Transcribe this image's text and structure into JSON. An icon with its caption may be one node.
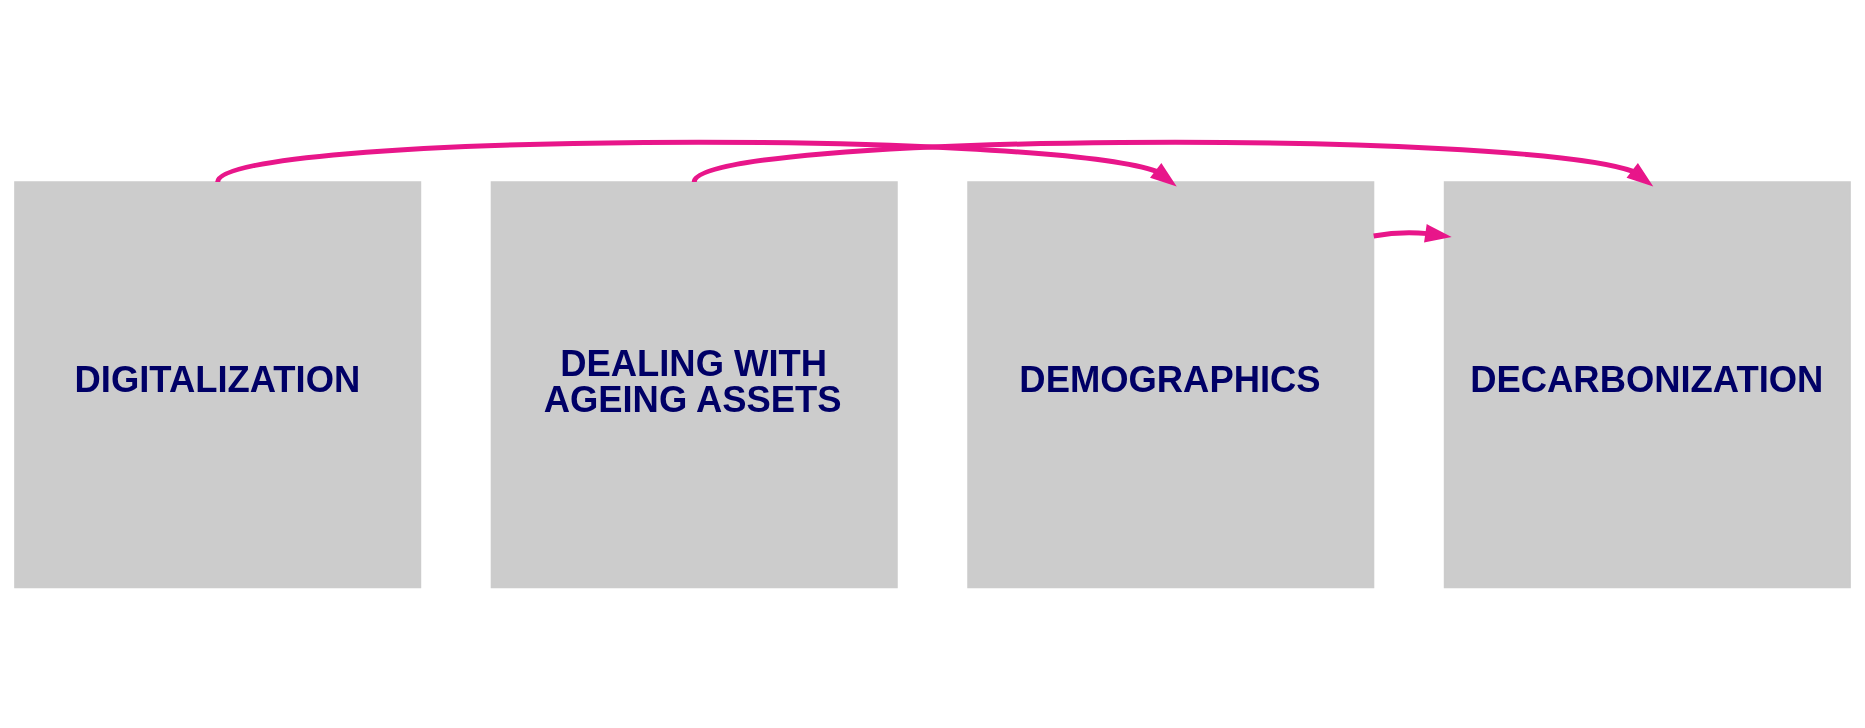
{
  "diagram": {
    "nodes": [
      {
        "text": [
          "DIGITALIZATION"
        ]
      },
      {
        "text": [
          "DEALING WITH AGEING ASSETS"
        ]
      },
      {
        "text": [
          "DEMOGRAPHICS"
        ]
      },
      {
        "text": [
          "DECARBONIZATION"
        ]
      }
    ],
    "edges": [
      {
        "from": 0,
        "to": 2,
        "arrow": "to"
      },
      {
        "from": 1,
        "to": 3,
        "arrow": "to"
      },
      {
        "from": 2,
        "to": 3,
        "arrow": "to"
      }
    ]
  }
}
